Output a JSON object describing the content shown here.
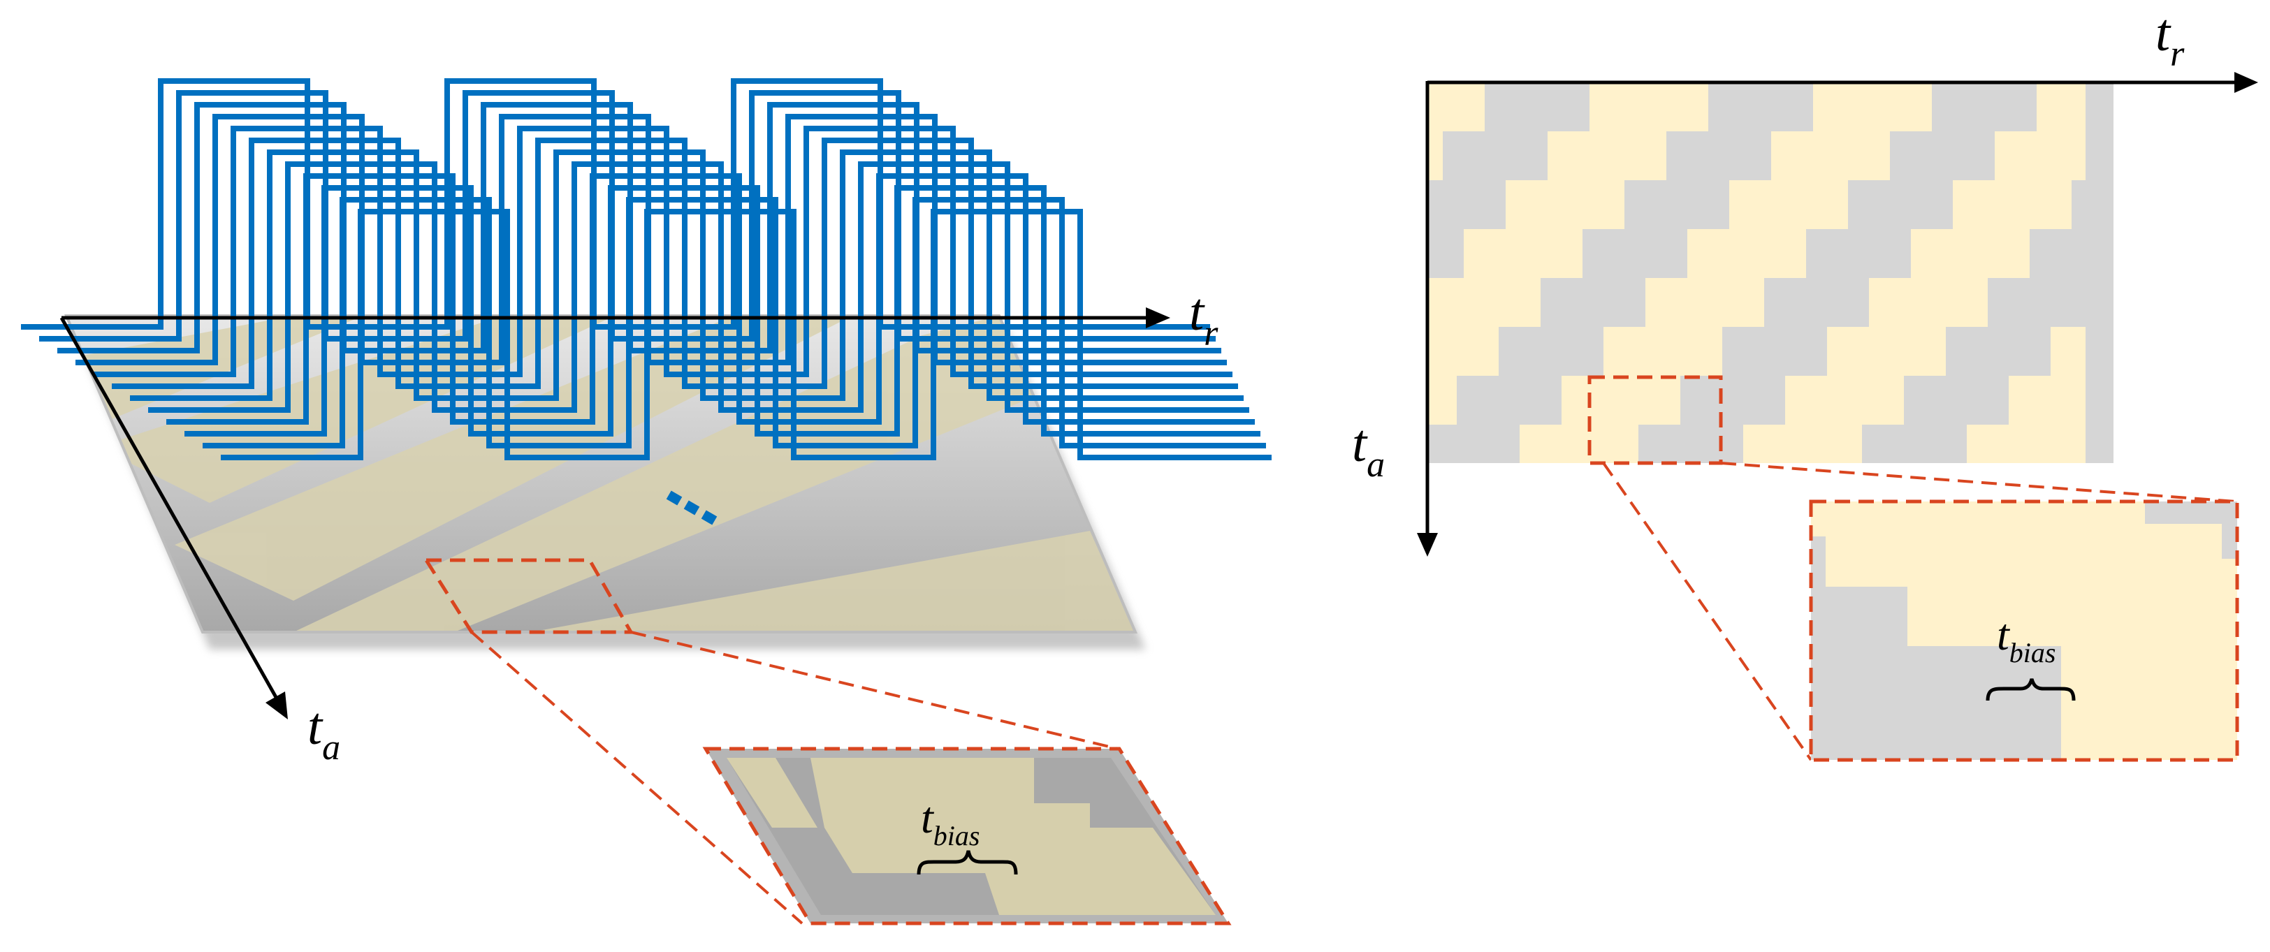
{
  "labels": {
    "range_axis": "t",
    "range_sub": "r",
    "azimuth_axis": "t",
    "azimuth_sub": "a",
    "bias": "t",
    "bias_sub": "bias"
  },
  "colors": {
    "pulse": "#0070c0",
    "cream": "#fff2cc",
    "gray": "#d6d6d6",
    "zoom_box": "#d9451f",
    "axis": "#000000"
  }
}
